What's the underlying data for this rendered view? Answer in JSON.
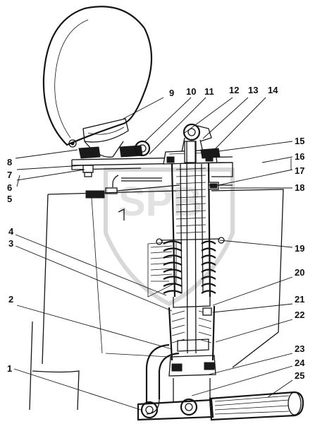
{
  "figure": {
    "watermark_text": "SPB",
    "callouts": [
      "1",
      "2",
      "3",
      "4",
      "5",
      "6",
      "7",
      "8",
      "9",
      "10",
      "11",
      "12",
      "13",
      "14",
      "15",
      "16",
      "17",
      "18",
      "19",
      "20",
      "21",
      "22",
      "23",
      "24",
      "25"
    ]
  },
  "colors": {
    "ink": "#151515",
    "paper": "#ffffff",
    "watermark": "#dcdcdc"
  }
}
